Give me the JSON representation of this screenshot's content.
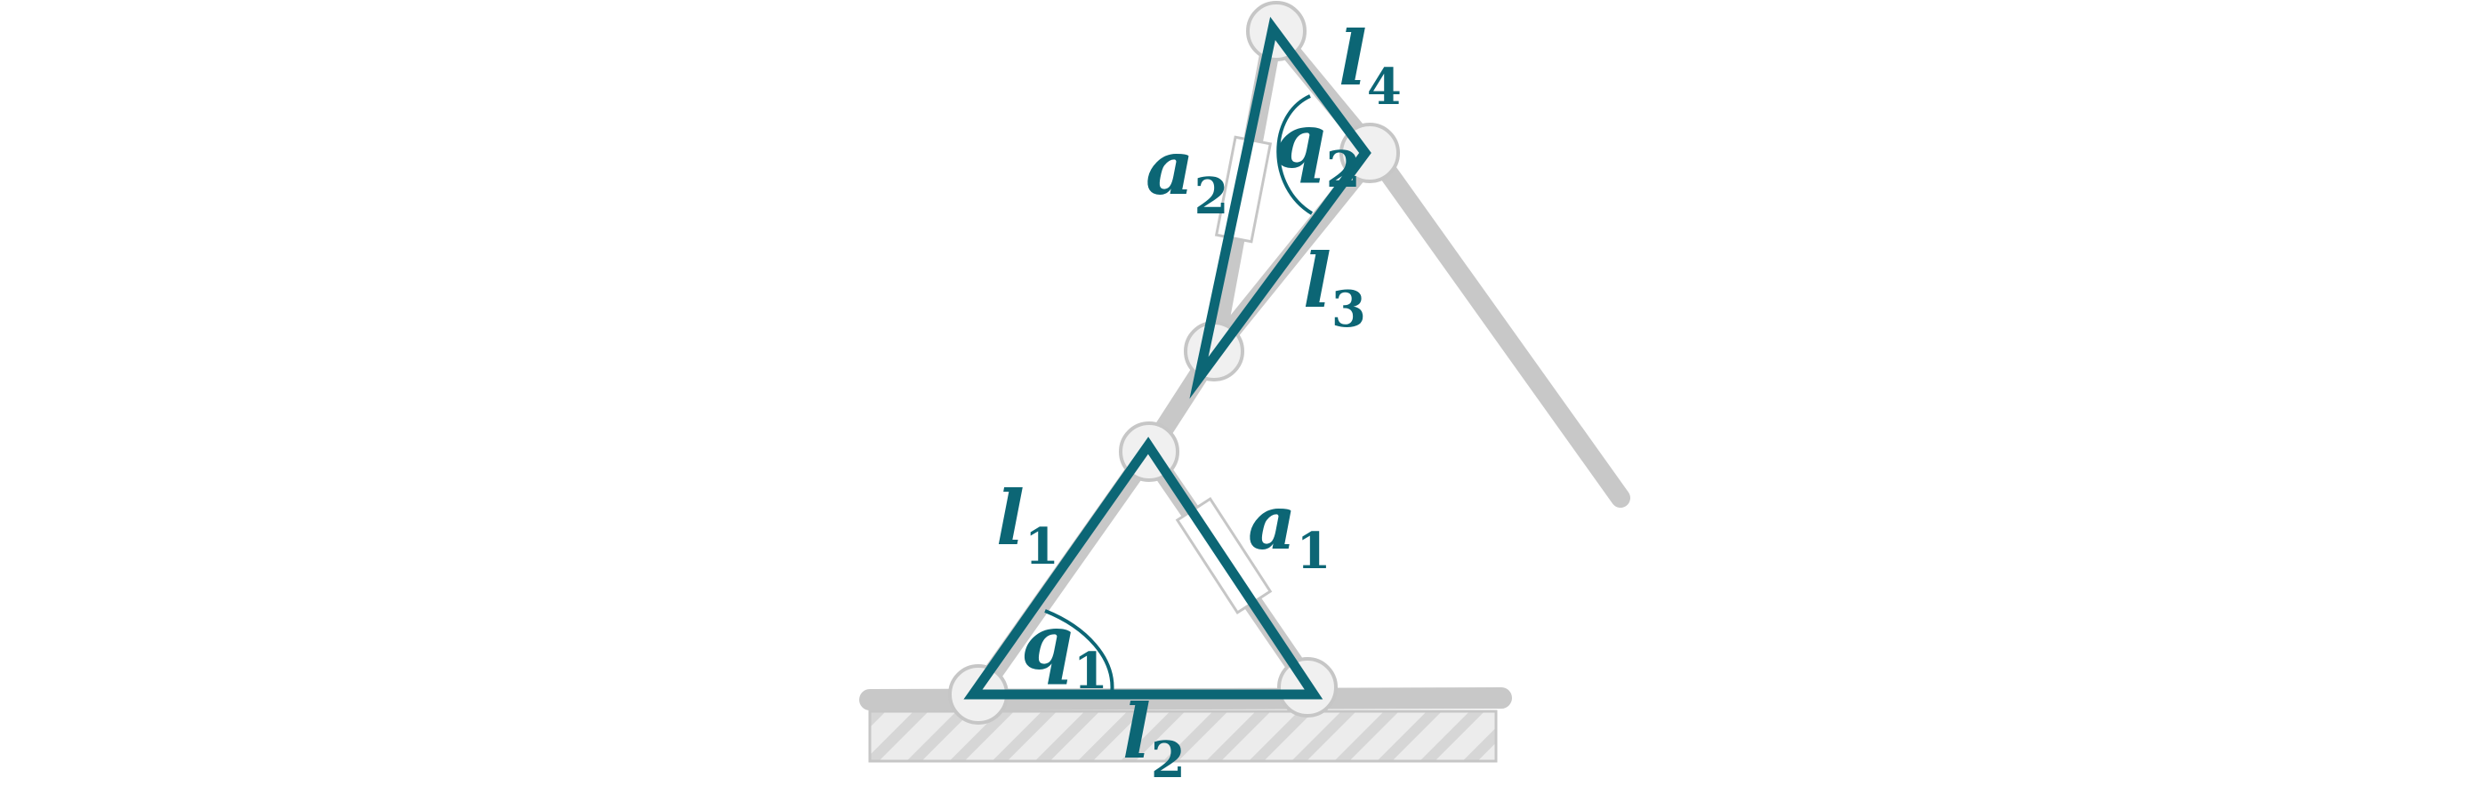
{
  "colors": {
    "accent": "#0c6675",
    "linkage": "#c8c8c8",
    "joint_fill": "#f0f0f0"
  },
  "labels": {
    "l1": {
      "base": "l",
      "sub": "1"
    },
    "l2": {
      "base": "l",
      "sub": "2"
    },
    "l3": {
      "base": "l",
      "sub": "3"
    },
    "l4": {
      "base": "l",
      "sub": "4"
    },
    "a1": {
      "base": "a",
      "sub": "1"
    },
    "a2": {
      "base": "a",
      "sub": "2"
    },
    "q1": {
      "base": "q",
      "sub": "1"
    },
    "q2": {
      "base": "q",
      "sub": "2"
    }
  }
}
